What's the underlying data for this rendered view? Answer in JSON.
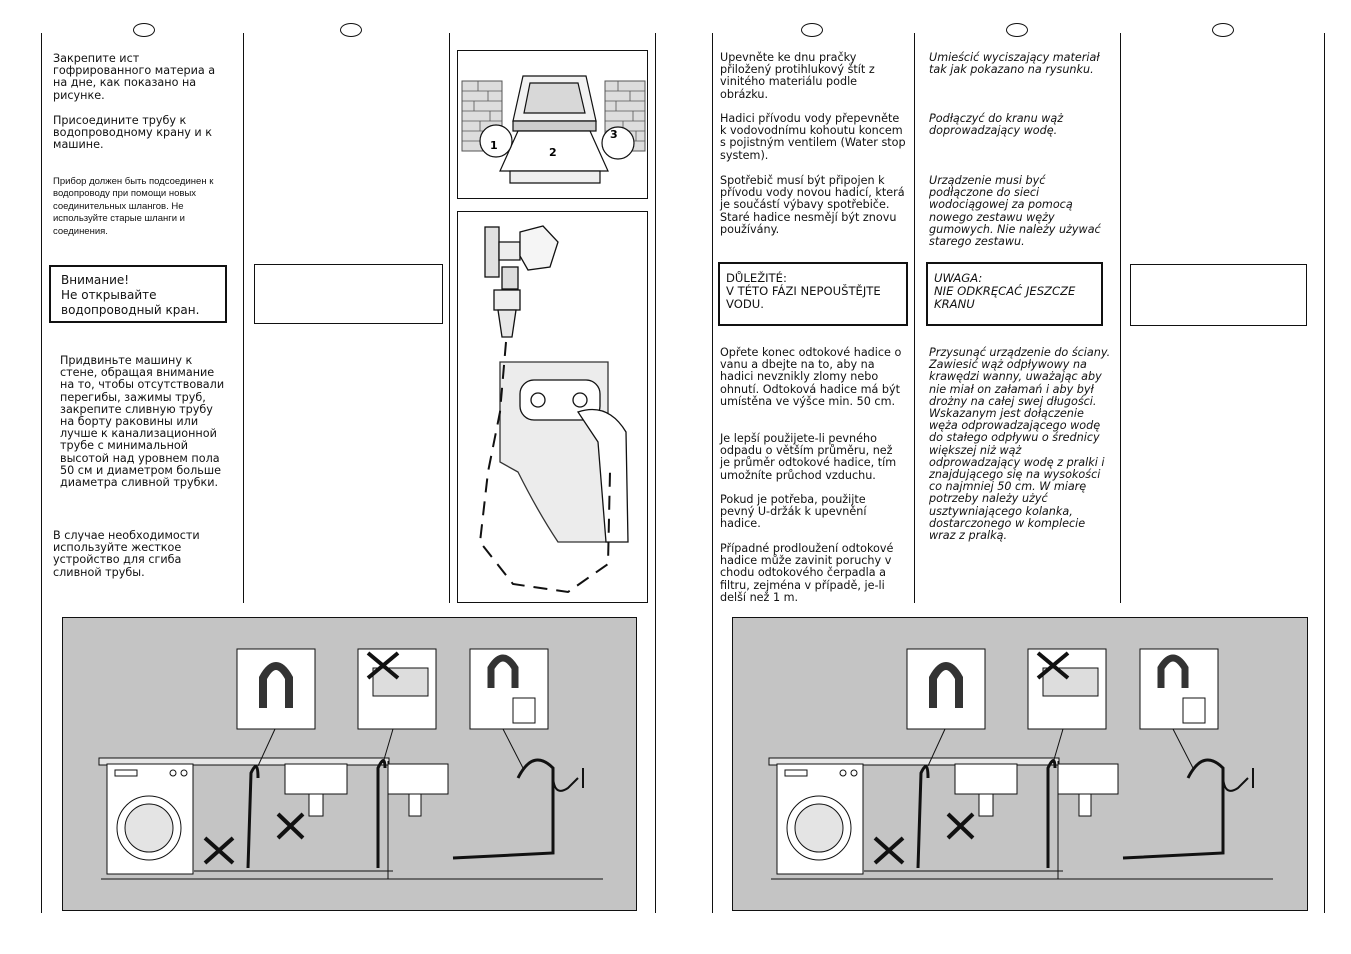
{
  "left_page": {
    "ru": {
      "p1": "Закрепите   ист гофрированного материа  а на дне, как показано на рисунке.",
      "p2": "Присоедините трубу к водопроводному крану и к машине.",
      "p3": "Прибор должен быть подсоединен к водопроводу при помощи новых соединительных шлангов. Не используйте старые шланги и соединения.",
      "warning": "Внимание!\nНе открывайте водопроводный кран.",
      "p4": "Придвиньте машину к стене, обращая внимание на то, чтобы отсутствовали перегибы, зажимы труб, закрепите сливную трубу на борту раковины или лучше к канализационной трубе с минимальной высотой над уровнем пола 50 см и диаметром больше диаметра сливной трубки.",
      "p5": "В случае необходимости используйте жесткое устройство для сгиба сливной трубы."
    },
    "figure_labels": [
      "1",
      "2",
      "3"
    ]
  },
  "right_page": {
    "cz": {
      "p1": "Upevněte ke dnu pračky přiložený protihlukový štít z vinitého materiálu podle obrázku.",
      "p2": "Hadici přívodu vody přepevněte k vodovodnímu kohoutu koncem s pojistným ventilem (Water stop system).",
      "p3": "Spotřebič musí být připojen k přívodu vody novou hadicí, která je součástí výbavy spotřebiče. Staré hadice nesmějí být znovu používány.",
      "warning": "DŮLEŽITÉ:\nV TÉTO FÁZI NEPOUŠTĚJTE VODU.",
      "p4": "Opřete konec odtokové hadice o vanu a dbejte na to, aby na hadici nevznikly zlomy nebo ohnutí. Odtoková hadice má být umístěna ve výšce min. 50 cm.",
      "p5": "Je lepší použijete-li pevného odpadu o větším průměru, než je průměr odtokové hadice, tím umožníte průchod vzduchu.",
      "p6": "Pokud je potřeba, použijte pevný U-držák k upevnění hadice.",
      "p7": "Případné prodloužení odtokové hadice může zavinit poruchy v chodu odtokového čerpadla a filtru, zejména v případě, je-li delší než 1 m."
    },
    "pl": {
      "p1": "Umieścić wyciszający materiał tak jak pokazano na rysunku.",
      "p2": "Podłączyć do kranu wąż doprowadzający wodę.",
      "p3": "Urządzenie musi być podłączone do sieci wodociągowej za pomocą nowego zestawu węży gumowych. Nie należy używać starego zestawu.",
      "warning": "UWAGA:\nNIE ODKRĘCAĆ JESZCZE KRANU",
      "p4": "Przysunąć urządzenie do ściany. Zawiesić wąż odpływowy na krawędzi wanny, uważając aby nie miał on załamań i aby był drożny na całej swej długości. Wskazanym jest dołączenie węża odprowadzającego wodę do stałego odpływu o średnicy większej niż wąż odprowadzający wodę z pralki i znajdującego się na wysokości co najmniej 50 cm. W miarę potrzeby należy użyć usztywniającego kolanka, dostarczonego w komplecie wraz z pralką."
    }
  }
}
